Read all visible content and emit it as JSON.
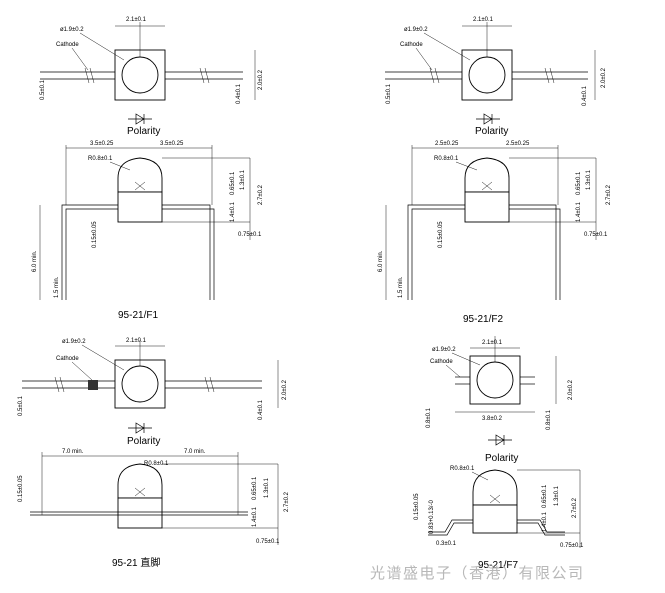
{
  "company_watermark": "光谱盛电子（香港）有限公司",
  "panels": [
    {
      "caption": "95-21/F1",
      "top": {
        "lead_dia": "ø1.9±0.2",
        "width": "2.1±0.1",
        "cathode": "Cathode",
        "left_v": "0.5±0.1",
        "right_v": "0.4±0.1",
        "height": "2.0±0.2",
        "polarity": "Polarity"
      },
      "side": {
        "span_left": "3.5±0.25",
        "span_right": "3.5±0.25",
        "lens_r": "R0.8±0.1",
        "d1": "0.65±0.1",
        "d2": "1.3±0.1",
        "d3": "2.7±0.2",
        "d4": "1.4±0.1",
        "d5": "0.75±0.1",
        "lead_t": "0.15±0.05",
        "lead_len": "6.0 min.",
        "bend": "1.5 min."
      }
    },
    {
      "caption": "95-21/F2",
      "top": {
        "lead_dia": "ø1.9±0.2",
        "width": "2.1±0.1",
        "cathode": "Cathode",
        "left_v": "0.5±0.1",
        "right_v": "0.4±0.1",
        "height": "2.0±0.2",
        "polarity": "Polarity"
      },
      "side": {
        "span_left": "2.5±0.25",
        "span_right": "2.5±0.25",
        "lens_r": "R0.8±0.1",
        "d1": "0.65±0.1",
        "d2": "1.3±0.1",
        "d3": "2.7±0.2",
        "d4": "1.4±0.1",
        "d5": "0.75±0.1",
        "lead_t": "0.15±0.05",
        "lead_len": "6.0 min.",
        "bend": "1.5 min."
      }
    },
    {
      "caption": "95-21 直脚",
      "top": {
        "lead_dia": "ø1.9±0.2",
        "width": "2.1±0.1",
        "cathode": "Cathode",
        "left_v": "0.5±0.1",
        "right_v": "0.4±0.1",
        "height": "2.0±0.2",
        "polarity": "Polarity"
      },
      "side": {
        "span_left": "7.0 min.",
        "span_right": "7.0 min.",
        "lens_r": "R0.8±0.1",
        "d1": "0.65±0.1",
        "d2": "1.3±0.1",
        "d3": "2.7±0.2",
        "d4": "1.4±0.1",
        "d5": "0.75±0.1",
        "lead_t": "0.15±0.05"
      }
    },
    {
      "caption": "95-21/F7",
      "top": {
        "lead_dia": "ø1.9±0.2",
        "width": "2.1±0.1",
        "cathode": "Cathode",
        "left_v": "0.8±0.1",
        "right_v": "0.8±0.1",
        "height": "2.0±0.2",
        "span": "3.8±0.2",
        "polarity": "Polarity"
      },
      "side": {
        "lens_r": "R0.8±0.1",
        "d1": "0.65±0.1",
        "d2": "1.3±0.1",
        "d3": "2.7±0.2",
        "d4": "1.4±0.1",
        "d5": "0.75±0.1",
        "lead_t": "0.15±0.05",
        "foot_h": "0.83+0.13/-0",
        "foot_w": "0.3±0.1"
      }
    }
  ]
}
